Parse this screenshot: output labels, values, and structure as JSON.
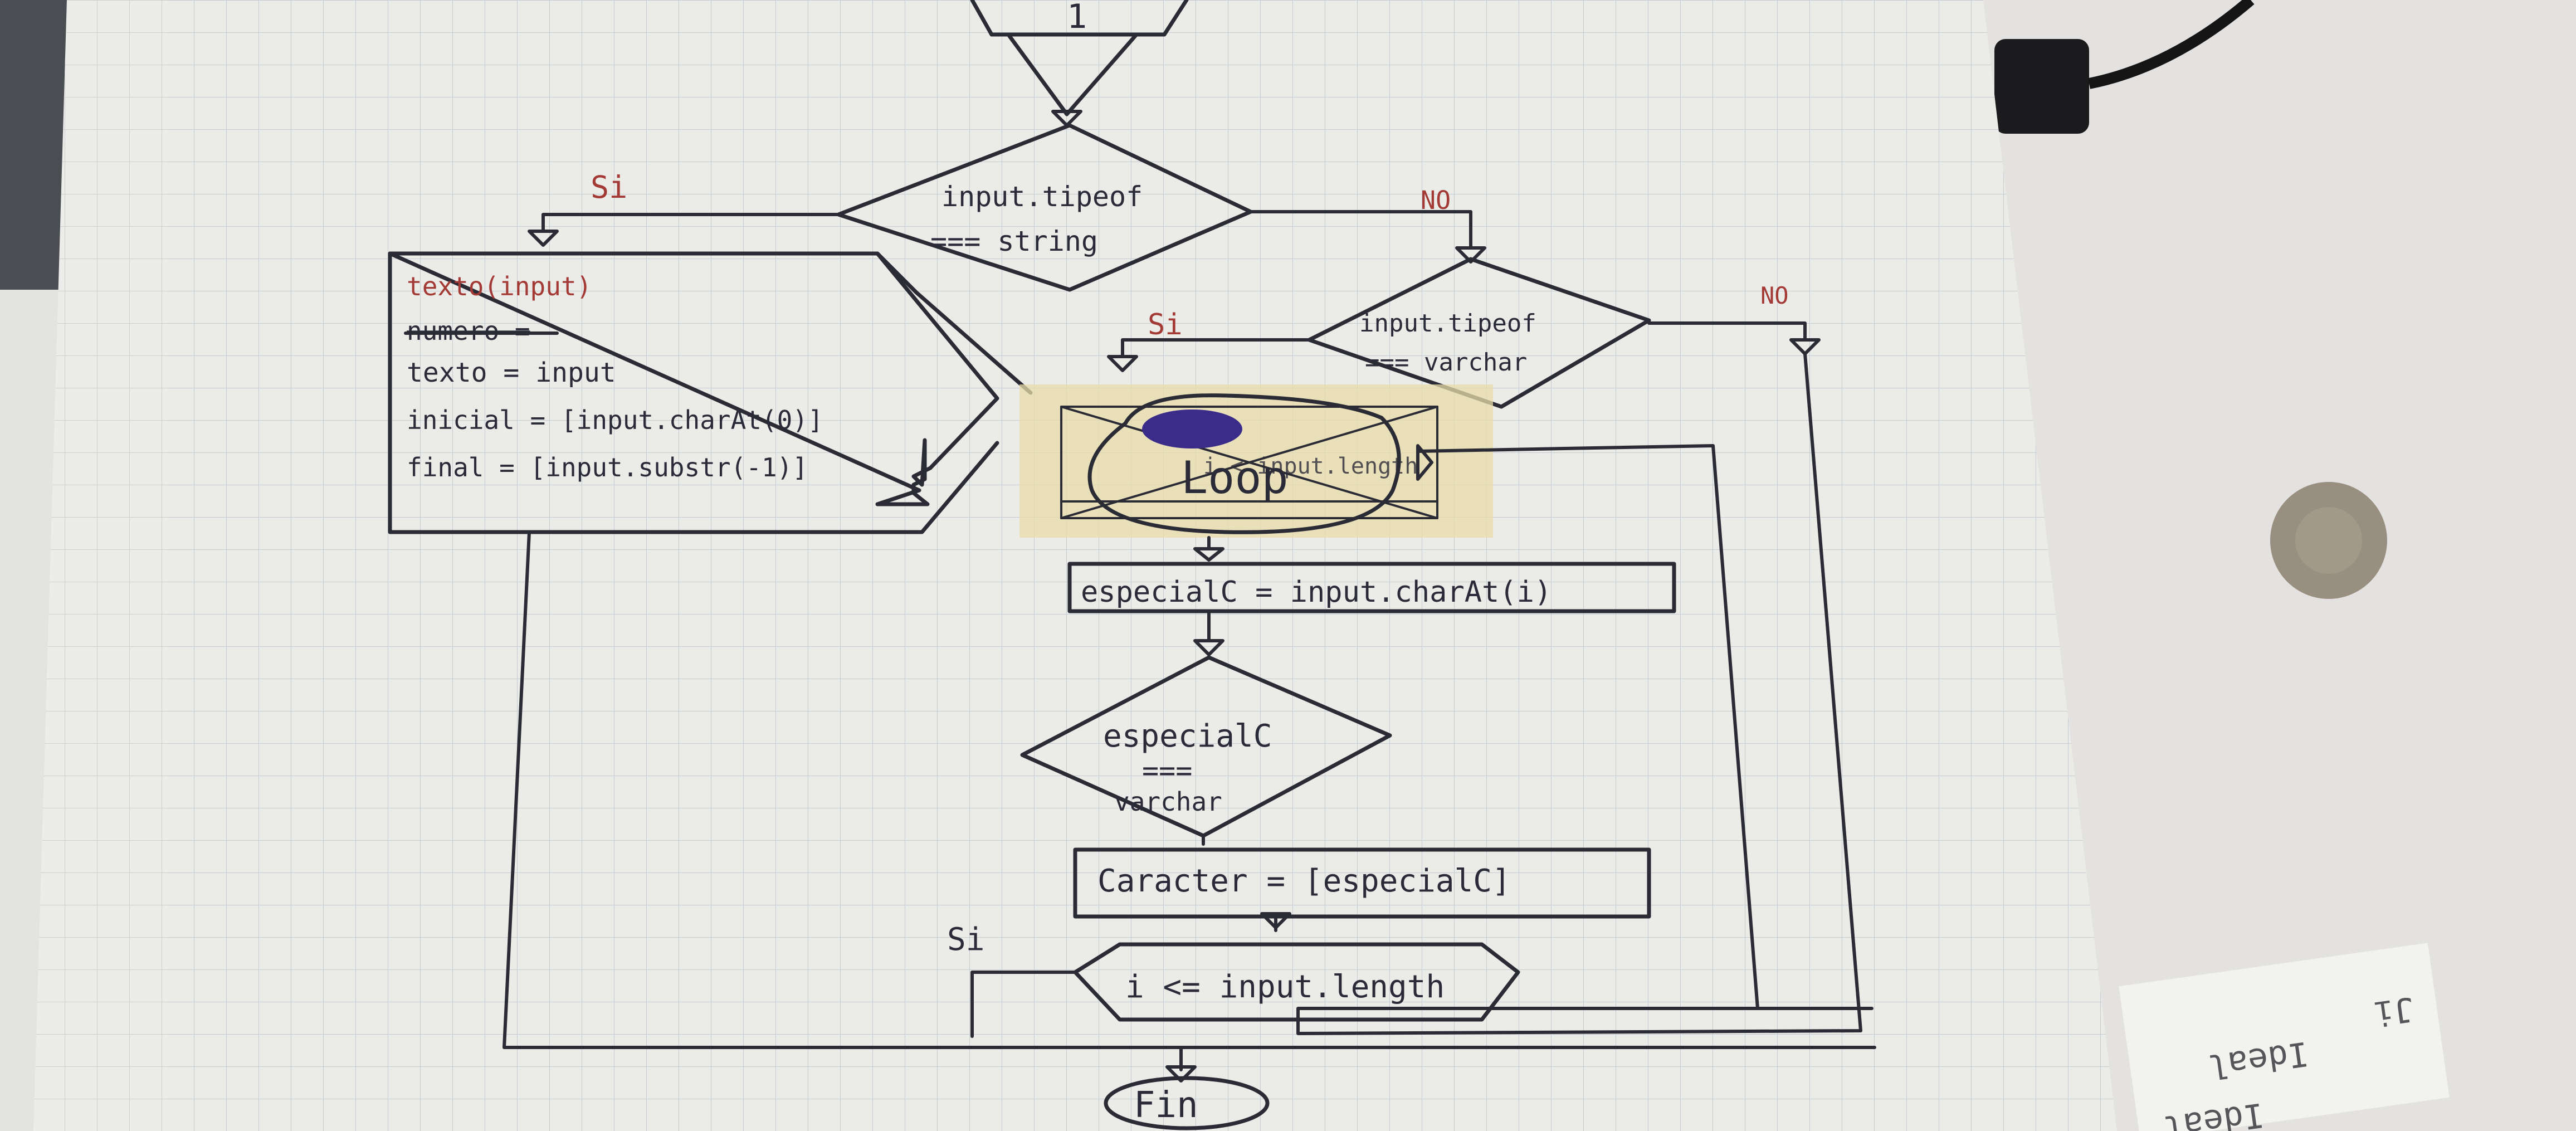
{
  "diagram": {
    "start_connector": "1",
    "decision_1": {
      "line1": "input.tipeof",
      "line2": "=== string",
      "yes_label": "Si",
      "no_label": "NO"
    },
    "process_texto": {
      "line1": "texto(input)",
      "line2_struck": "numero =",
      "line3": "texto = input",
      "line4": "inicial = [input.charAt(0)]",
      "line5": "final = [input.substr(-1)]"
    },
    "decision_2": {
      "line1": "input.tipeof",
      "line2": "=== varchar",
      "yes_label": "Si",
      "no_label": "NO"
    },
    "loop_block": {
      "label": "Loop",
      "scribbled_text": "i < input.length"
    },
    "process_especial": {
      "line1": "especialC = input.charAt(i)"
    },
    "decision_3": {
      "line1": "especialC",
      "line2": "===",
      "line3": "varchar"
    },
    "process_caracter": {
      "line1": "Caracter = [especialC]"
    },
    "decision_4": {
      "line1": "i <= input.length",
      "yes_label": "Si"
    },
    "terminator_end": {
      "label": "Fin"
    }
  },
  "background": {
    "tape_text_1": "Ideal",
    "tape_text_2": "Ideal",
    "tape_text_3": "Ji"
  },
  "colors": {
    "paper": "#e9e9e6",
    "grid": "#c7ccd2",
    "ink": "#2b2b36",
    "red_ink": "#a33a35",
    "tape": "#e8dcaa",
    "scribble": "#3b2c8a",
    "desk": "#e6e4e2"
  }
}
